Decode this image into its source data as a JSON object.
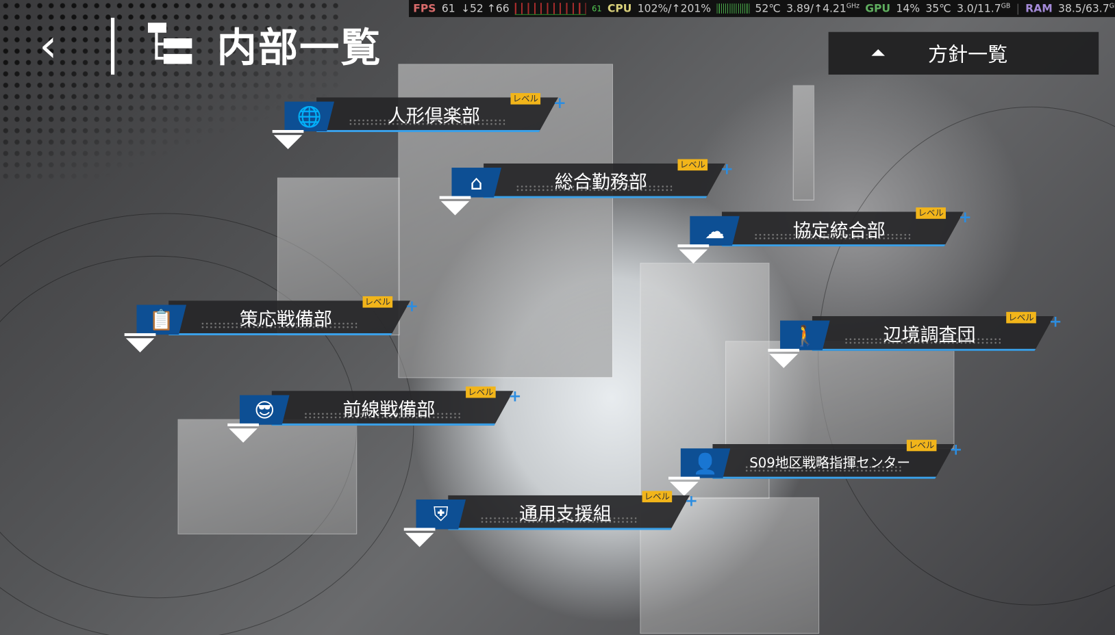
{
  "header": {
    "back_icon": "chevron-left-icon",
    "title": "内部一覧",
    "title_icon": "hierarchy-icon"
  },
  "policy_button": {
    "label": "方針一覧",
    "icon": "double-chevron-up-icon"
  },
  "perf_overlay": {
    "fps_label": "FPS",
    "fps": "61",
    "fps_range": "↓52 ↑66",
    "fps_graph_value": "61",
    "cpu_label": "CPU",
    "cpu": "102%/↑201%",
    "cpu_temp": "52℃",
    "cpu_clock": "3.89/↑4.21",
    "cpu_clock_unit": "GHz",
    "gpu_label": "GPU",
    "gpu": "14%",
    "gpu_temp": "35℃",
    "vram": "3.0/11.7",
    "vram_unit": "GB",
    "ram_label": "RAM",
    "ram": "38.5/63.7",
    "ram_unit": "GB"
  },
  "departments": [
    {
      "name": "人形倶楽部",
      "icon": "globe-icon",
      "glyph": "🌐",
      "level": "レベル"
    },
    {
      "name": "総合勤務部",
      "icon": "house-icon",
      "glyph": "⌂",
      "level": "レベル"
    },
    {
      "name": "協定統合部",
      "icon": "lightning-cloud-icon",
      "glyph": "☁",
      "level": "レベル"
    },
    {
      "name": "策応戦備部",
      "icon": "clipboard-icon",
      "glyph": "📋",
      "level": "レベル"
    },
    {
      "name": "辺境調査団",
      "icon": "explorer-icon",
      "glyph": "🚶",
      "level": "レベル"
    },
    {
      "name": "前線戦備部",
      "icon": "sunglasses-face-icon",
      "glyph": "😎",
      "level": "レベル"
    },
    {
      "name": "S09地区戦略指揮センター",
      "icon": "commander-icon",
      "glyph": "👤",
      "level": "レベル"
    },
    {
      "name": "通用支援組",
      "icon": "winged-emblem-icon",
      "glyph": "⛨",
      "level": "レベル"
    }
  ]
}
